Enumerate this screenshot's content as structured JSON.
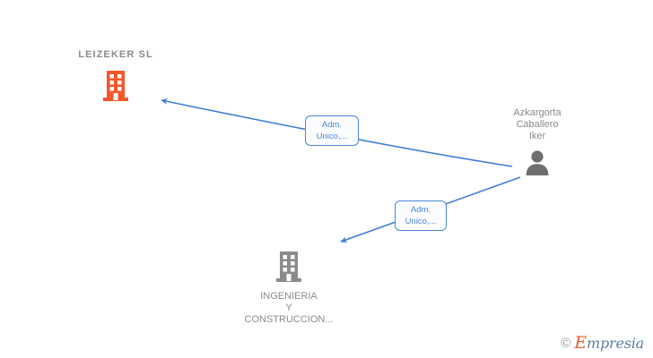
{
  "graph": {
    "background_color": "#ffffff",
    "nodes": [
      {
        "id": "leizeker",
        "type": "company",
        "label": "LEIZEKER  SL",
        "icon": "building-icon",
        "icon_color": "#f4572a",
        "label_color": "#8b8b8b",
        "label_position": "above",
        "highlighted": true
      },
      {
        "id": "person",
        "type": "person",
        "label": "Azkargorta\nCaballero\nIker",
        "icon": "person-icon",
        "icon_color": "#6e6e6e",
        "label_color": "#8b8b8b",
        "label_position": "above",
        "highlighted": false
      },
      {
        "id": "ingenieria",
        "type": "company",
        "label": "INGENIERIA\nY\nCONSTRUCCION...",
        "icon": "building-icon",
        "icon_color": "#8b8b8b",
        "label_color": "#8b8b8b",
        "label_position": "below",
        "highlighted": false
      }
    ],
    "edges": [
      {
        "id": "edge-1",
        "from": "person",
        "to": "leizeker",
        "color": "#3f7fd4",
        "label_line_1": "Adm.",
        "label_line_2": "Unico,..."
      },
      {
        "id": "edge-2",
        "from": "person",
        "to": "ingenieria",
        "color": "#3f7fd4",
        "label_line_1": "Adm.",
        "label_line_2": "Unico,..."
      }
    ]
  },
  "watermark": {
    "copyright_symbol": "©",
    "brand_initial": "E",
    "brand_rest": "mpresia",
    "brand_color_initial": "#f15a29",
    "brand_color_rest": "#5b7fa6"
  }
}
